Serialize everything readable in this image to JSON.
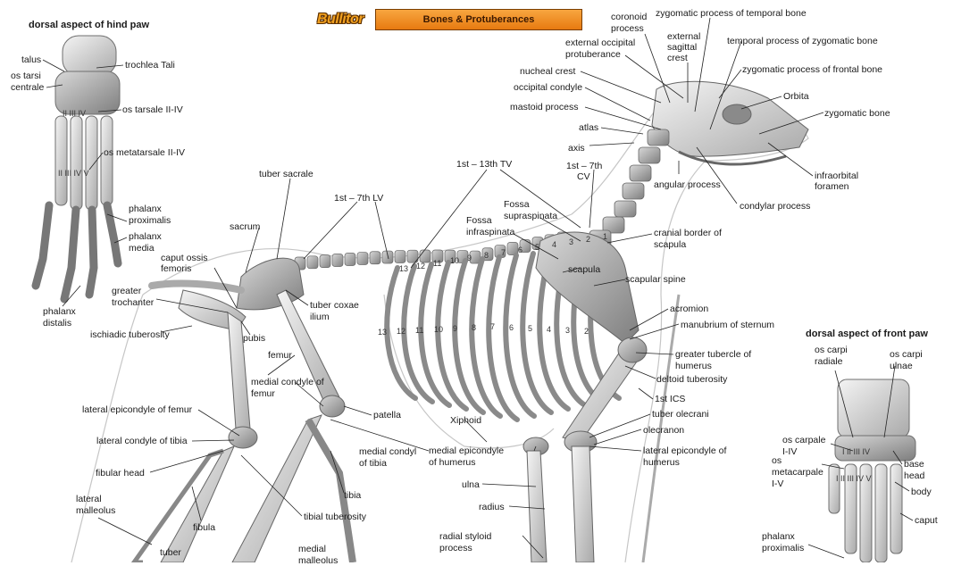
{
  "header": {
    "logo_text": "Bullitor",
    "title": "Bones & Protuberances"
  },
  "panels": {
    "hind_paw_title": "dorsal aspect of hind paw",
    "front_paw_title": "dorsal aspect of front paw"
  },
  "labels": {
    "talus": "talus",
    "os_tarsi_centrale_1": "os tarsi",
    "os_tarsi_centrale_2": "centrale",
    "trochlea_tali": "trochlea Tali",
    "tarsal_numbers": "II III   IV",
    "os_tarsale": "os tarsale II-IV",
    "os_metatarsale": "os metatarsale II-IV",
    "metatarsal_numbers": "II  III  IV  V",
    "phalanx_proximalis_1": "phalanx",
    "phalanx_proximalis_2": "proximalis",
    "phalanx_media_1": "phalanx",
    "phalanx_media_2": "media",
    "phalanx_distalis_1": "phalanx",
    "phalanx_distalis_2": "distalis",
    "coronoid_process_1": "coronoid",
    "coronoid_process_2": "process",
    "zyg_temporal": "zygomatic process of temporal bone",
    "ext_sagittal_1": "external",
    "ext_sagittal_2": "sagittal",
    "ext_sagittal_3": "crest",
    "ext_occipital_1": "external occipital",
    "ext_occipital_2": "protuberance",
    "temporal_zyg": "temporal process of zygomatic bone",
    "nucheal_crest": "nucheal crest",
    "zyg_frontal": "zygomatic process of frontal bone",
    "occipital_condyle": "occipital condyle",
    "orbita": "Orbita",
    "mastoid_process": "mastoid process",
    "zygomatic_bone": "zygomatic bone",
    "atlas": "atlas",
    "axis": "axis",
    "cv_1": "1st – 7th",
    "cv_2": "CV",
    "infraorbital_1": "infraorbital",
    "infraorbital_2": "foramen",
    "angular_process": "angular process",
    "condylar_process": "condylar process",
    "tv": "1st – 13th TV",
    "tuber_sacrale": "tuber sacrale",
    "lv": "1st – 7th LV",
    "fossa_supra_1": "Fossa",
    "fossa_supra_2": "supraspinata",
    "fossa_infra_1": "Fossa",
    "fossa_infra_2": "infraspinata",
    "cranial_border_1": "cranial border of",
    "cranial_border_2": "scapula",
    "sacrum": "sacrum",
    "caput_femoris_1": "caput ossis",
    "caput_femoris_2": "femoris",
    "scapula": "scapula",
    "scapular_spine": "scapular spine",
    "greater_trochanter_1": "greater",
    "greater_trochanter_2": "trochanter",
    "tuber_coxae_1": "tuber coxae",
    "tuber_coxae_2": "ilium",
    "acromion": "acromion",
    "manubrium": "manubrium of sternum",
    "ischiadic_tuberosity": "ischiadic tuberosity",
    "pubis": "pubis",
    "greater_tubercle_1": "greater tubercle of",
    "greater_tubercle_2": "humerus",
    "femur": "femur",
    "deltoid_tuberosity": "deltoid tuberosity",
    "medial_condyle_femur_1": "medial condyle of",
    "medial_condyle_femur_2": "femur",
    "ics": "1st ICS",
    "lat_epicondyle_femur": "lateral epicondyle of femur",
    "patella": "patella",
    "xiphoid": "Xiphoid",
    "tuber_olecrani": "tuber olecrani",
    "olecranon": "olecranon",
    "lat_condyle_tibia": "lateral condyle of tibia",
    "medial_epicondyle_1": "medial epicondyle",
    "medial_epicondyle_2": "of humerus",
    "medial_condyl_tibia_1": "medial condyl",
    "medial_condyl_tibia_2": "of tibia",
    "lat_epicondyle_hum_1": "lateral epicondyle of",
    "lat_epicondyle_hum_2": "humerus",
    "fibular_head": "fibular head",
    "ulna": "ulna",
    "tibia": "tibia",
    "lat_malleolus_1": "lateral",
    "lat_malleolus_2": "malleolus",
    "radius": "radius",
    "tibial_tuberosity": "tibial tuberosity",
    "fibula": "fibula",
    "radial_styloid_1": "radial styloid",
    "radial_styloid_2": "process",
    "tuber_1": "tuber",
    "medial_malleolus_1": "medial",
    "medial_malleolus_2": "malleolus",
    "os_carpi_radiale_1": "os carpi",
    "os_carpi_radiale_2": "radiale",
    "os_carpi_ulnae_1": "os carpi",
    "os_carpi_ulnae_2": "ulnae",
    "os_carpale_1": "os carpale",
    "os_carpale_2": "I-IV",
    "carpal_numbers": "I  II  III  IV",
    "os_metacarpale_1": "os",
    "os_metacarpale_2": "metacarpale",
    "os_metacarpale_3": "I-V",
    "metacarpal_numbers": "I   II  III  IV   V",
    "base_head_1": "base",
    "base_head_2": "head",
    "body": "body",
    "caput": "caput",
    "front_phalanx_1": "phalanx",
    "front_phalanx_2": "proximalis"
  },
  "rib_numbers_upper": [
    "13",
    "12",
    "11",
    "10",
    "9",
    "8",
    "7",
    "6",
    "5",
    "4",
    "3",
    "2",
    "1"
  ],
  "rib_numbers_lower": [
    "13",
    "12",
    "11",
    "10",
    "9",
    "8",
    "7",
    "6",
    "5",
    "4",
    "3",
    "2"
  ]
}
